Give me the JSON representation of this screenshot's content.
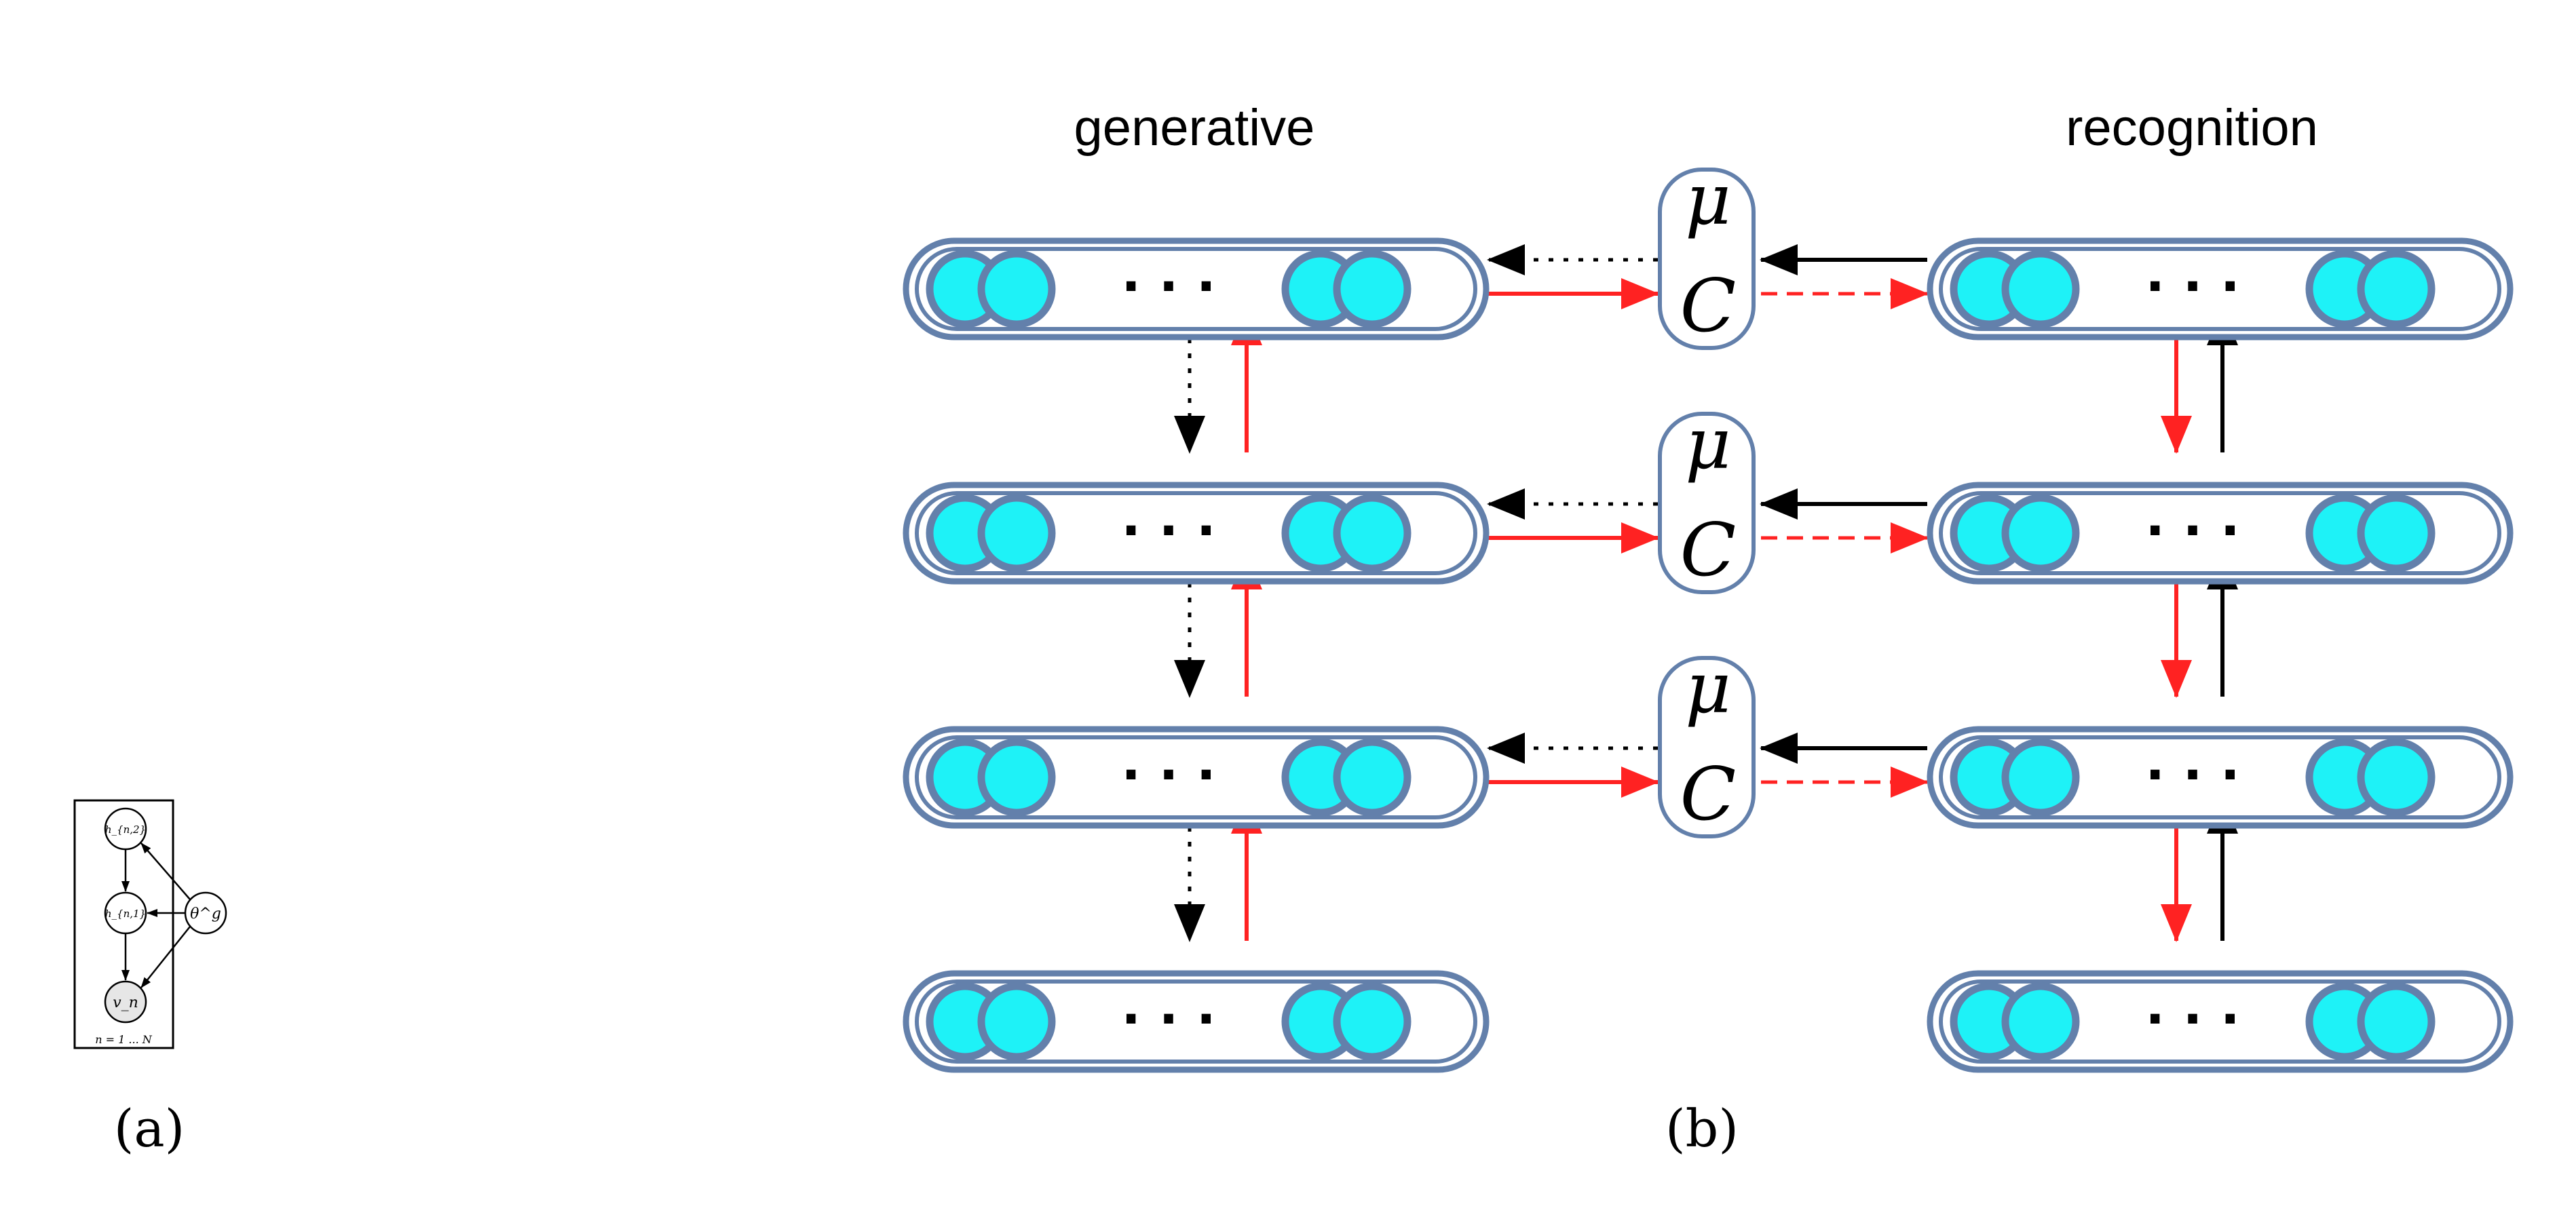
{
  "panel_a": {
    "nodes": {
      "h2": "h_{n,2}",
      "h1": "h_{n,1}",
      "v": "v_n",
      "theta": "θ^g"
    },
    "plate_label": "n = 1 ... N",
    "caption": "(a)"
  },
  "panel_b": {
    "column_titles": {
      "generative": "generative",
      "recognition": "recognition"
    },
    "layer_dots": "· · ·",
    "param_mu": "μ",
    "param_c": "C",
    "caption": "(b)"
  },
  "colors": {
    "unit_fill": "#1ef2f7",
    "unit_stroke": "#6380ab",
    "forward_arrow": "#ff2222",
    "backward_arrow": "#000000"
  }
}
